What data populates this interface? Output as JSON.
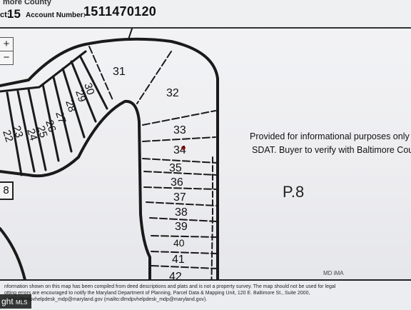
{
  "header": {
    "county_label": "more County",
    "district_label": "ct:",
    "district_value": "15",
    "account_label": "Account Number:",
    "account_value": "1511470120"
  },
  "zoom": {
    "in_label": "+",
    "out_label": "−"
  },
  "lots": [
    "31",
    "32",
    "33",
    "34",
    "35",
    "36",
    "37",
    "38",
    "39",
    "40",
    "41",
    "42"
  ],
  "rotated_lots": [
    "30",
    "29",
    "28",
    "27",
    "26",
    "25",
    "24",
    "23",
    "22"
  ],
  "block_label": "8",
  "notes": {
    "line1": "Provided for informational purposes only fr",
    "line2": "SDAT. Buyer to verify with Baltimore Cou",
    "page_ref": "P.8",
    "md_ima": "MD iMA"
  },
  "footer": {
    "line1": "nformation shown on this map has been compiled from deed descriptions and plats and is not a property survey. The map should not be used for legal",
    "line2": "otting errors are encouraged to notify the Maryland Department of Planning, Parcel Data & Mapping Unit, 120 E. Baltimore St., Suite 2000,",
    "line3": "mailto:dlmdpvhelpdesk_mdp@maryland.gov (mailto:dlmdpvhelpdesk_mdp@maryland.gov)."
  },
  "watermark": {
    "text": "ght",
    "small": "MLS"
  }
}
